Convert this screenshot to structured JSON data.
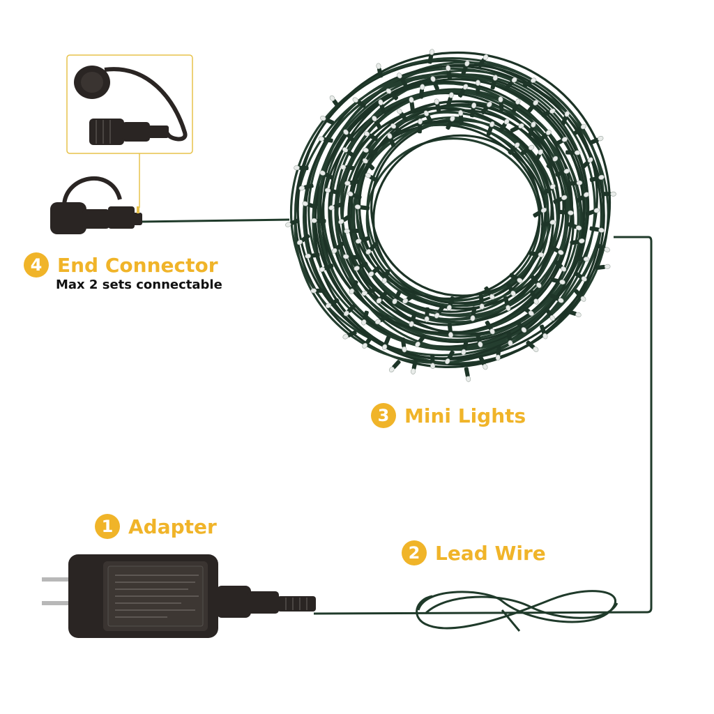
{
  "colors": {
    "accent": "#f0b429",
    "wire": "#1f3a2a",
    "text": "#111111"
  },
  "labels": {
    "end_connector": {
      "number": "4",
      "title": "End Connector",
      "subtitle": "Max 2 sets connectable"
    },
    "mini_lights": {
      "number": "3",
      "title": "Mini Lights"
    },
    "adapter": {
      "number": "1",
      "title": "Adapter"
    },
    "lead_wire": {
      "number": "2",
      "title": "Lead Wire"
    }
  }
}
